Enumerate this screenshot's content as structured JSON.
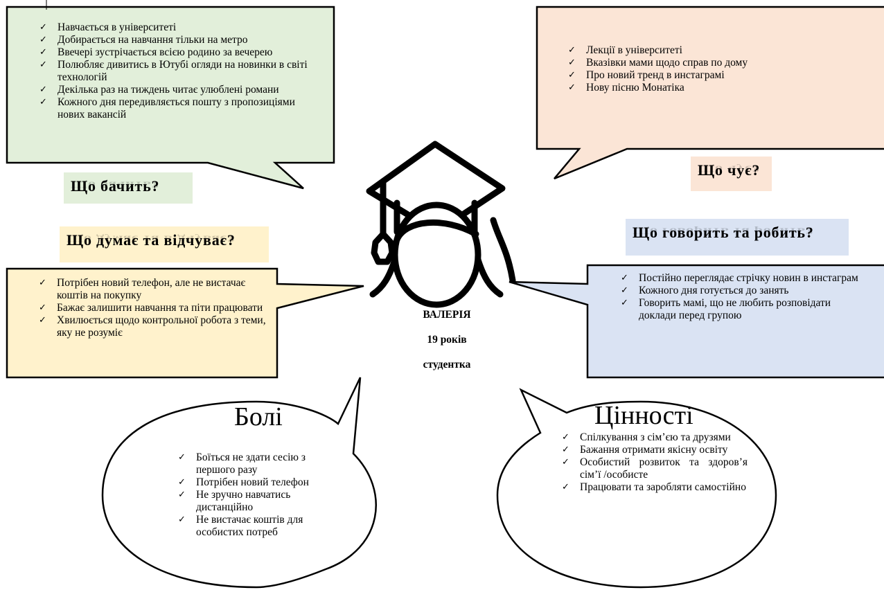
{
  "sees": {
    "heading": "Що бачить?",
    "items": [
      "Навчається в університеті",
      "Добирається на навчання тільки на метро",
      "Ввечері зустрічається всією родино за вечерею",
      "Полюбляє дивитись в Ютубі огляди на новинки в світі технологій",
      "Декілька раз на тиждень читає улюблені романи",
      "Кожного дня передивляється пошту з пропозиціями  нових вакансій"
    ],
    "color": "#e2efda"
  },
  "hears": {
    "heading": "Що чує?",
    "items": [
      "Лекції в університеті",
      "Вказівки мами щодо справ по дому",
      "Про новий тренд в инстаграмі",
      "Нову пісню Монатіка"
    ],
    "color": "#fbe5d6"
  },
  "thinks": {
    "heading": "Що думає та відчуває?",
    "items": [
      "Потрібен новий телефон, але не вистачає коштів на покупку",
      "Бажає залишити навчання та піти працювати",
      "Хвилюється щодо контрольної робота з теми, яку не розуміє"
    ],
    "color": "#fff2cc"
  },
  "says": {
    "heading": "Що говорить та робить?",
    "items": [
      "Постійно переглядає стрічку новин в инстаграм",
      "Кожного дня готується до занять",
      "Говорить мамі, що не любить розповідати доклади перед групою"
    ],
    "color": "#dae3f3"
  },
  "pains": {
    "title": "Болі",
    "items": [
      "Боїться не здати сесію з першого разу",
      "Потрібен новий телефон",
      "Не зручно навчатись дистанційно",
      "Не вистачає коштів для особистих потреб"
    ]
  },
  "values": {
    "title": "Цінності",
    "items": [
      "Спілкування з сім’єю та друзями",
      "Бажання отримати якісну освіту",
      "Особистий розвиток та здоров’я сім’ї /особисте",
      "Працювати та заробляти самостійно"
    ]
  },
  "persona": {
    "name": "ВАЛЕРІЯ",
    "age": "19 років",
    "role": "студентка"
  },
  "check_mark": "✓",
  "icon": "graduate-student-icon"
}
